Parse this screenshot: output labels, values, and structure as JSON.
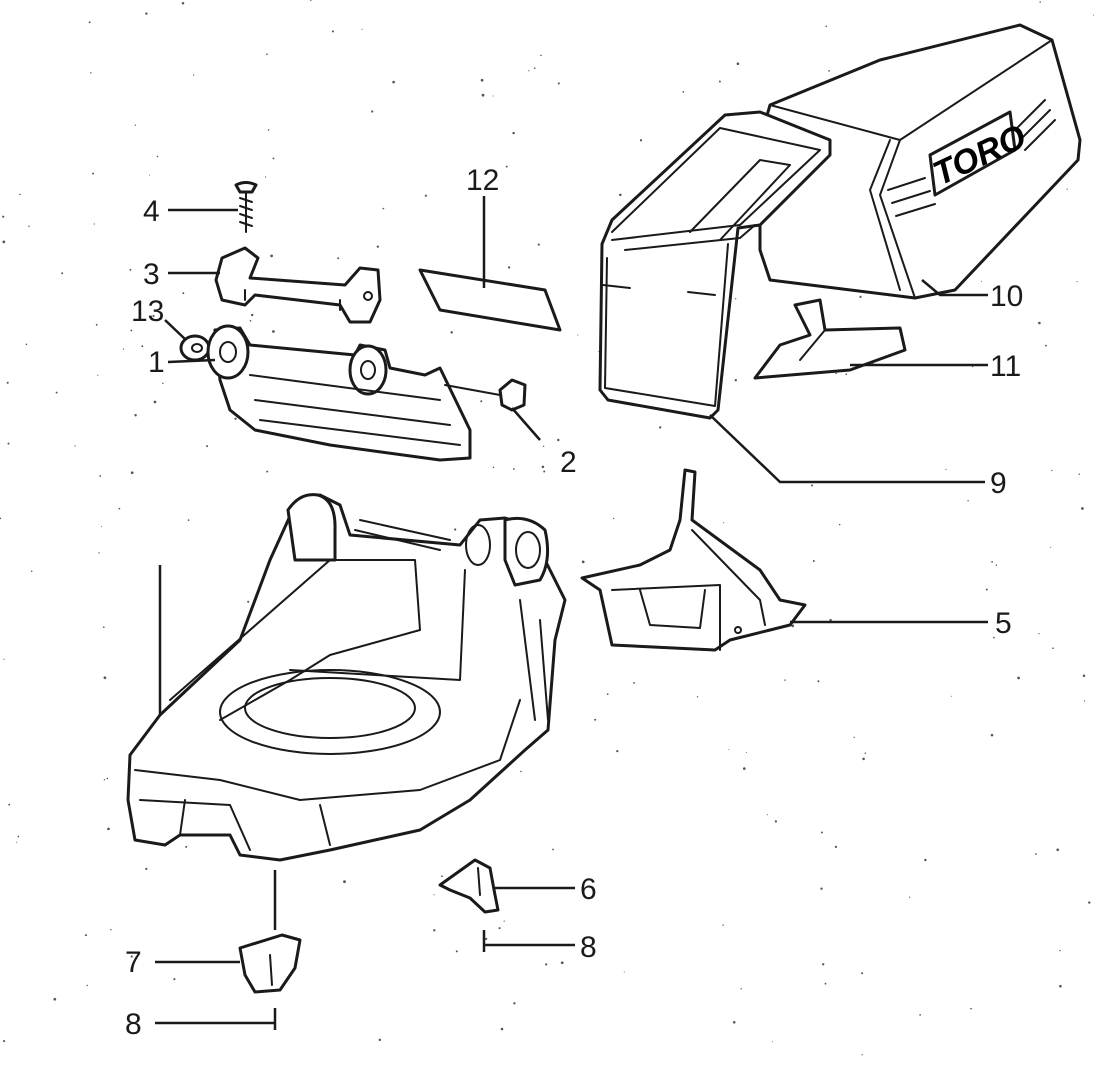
{
  "brand_text": "TORO",
  "callouts": {
    "c1": "1",
    "c2": "2",
    "c3": "3",
    "c4": "4",
    "c5": "5",
    "c6": "6",
    "c7": "7",
    "c8a": "8",
    "c8b": "8",
    "c9": "9",
    "c10": "10",
    "c11": "11",
    "c12": "12",
    "c13": "13"
  },
  "colors": {
    "ink": "#1a1a1a",
    "paper": "#ffffff"
  }
}
